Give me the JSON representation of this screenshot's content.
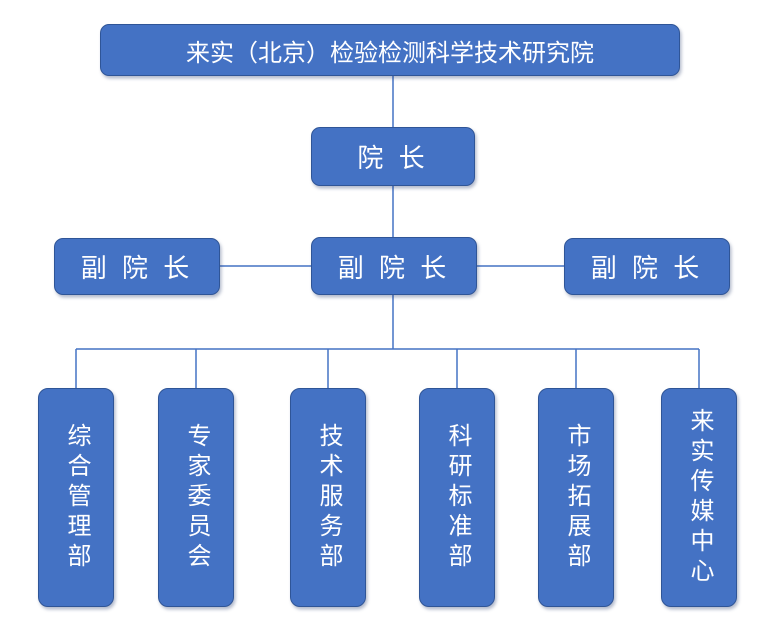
{
  "org_chart": {
    "title": "来实（北京）检验检测科学技术研究院",
    "root": {
      "label": "来实（北京）检验检测科学技术研究院"
    },
    "president": {
      "label": "院 长"
    },
    "vice_presidents": [
      {
        "label": "副 院 长"
      },
      {
        "label": "副 院 长"
      },
      {
        "label": "副 院 长"
      }
    ],
    "departments": [
      {
        "label": "综合管理部"
      },
      {
        "label": "专家委员会"
      },
      {
        "label": "技术服务部"
      },
      {
        "label": "科研标准部"
      },
      {
        "label": "市场拓展部"
      },
      {
        "label": "来实传媒中心"
      }
    ]
  },
  "colors": {
    "box_fill": "#4472C4",
    "box_border": "#2F5597",
    "connector_line": "#4472C4",
    "box_text": "#FFFFFF",
    "background": "#FFFFFF"
  }
}
